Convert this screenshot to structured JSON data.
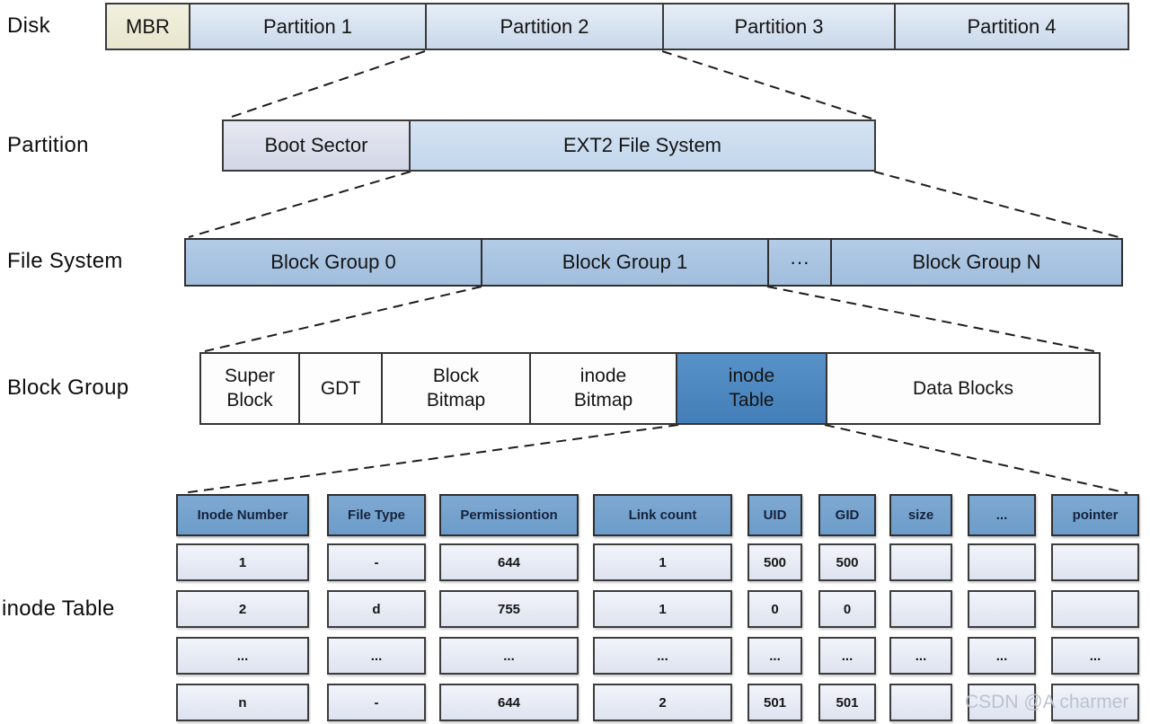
{
  "row_labels": {
    "disk": "Disk",
    "partition": "Partition",
    "file_system": "File System",
    "block_group": "Block Group",
    "inode_table": "inode Table"
  },
  "disk_row": {
    "mbr": "MBR",
    "p1": "Partition 1",
    "p2": "Partition 2",
    "p3": "Partition 3",
    "p4": "Partition 4"
  },
  "partition_row": {
    "boot": "Boot Sector",
    "ext2": "EXT2 File System"
  },
  "fs_row": {
    "bg0": "Block Group 0",
    "bg1": "Block Group 1",
    "dots": "···",
    "bgn": "Block Group N"
  },
  "bg_row": {
    "super_block": "Super Block",
    "gdt": "GDT",
    "block_bitmap": "Block Bitmap",
    "inode_bitmap": "inode Bitmap",
    "inode_table": "inode Table",
    "data_blocks": "Data Blocks"
  },
  "inode_table": {
    "headers": [
      "Inode Number",
      "File Type",
      "Permissiontion",
      "Link count",
      "UID",
      "GID",
      "size",
      "...",
      "pointer"
    ],
    "rows": [
      [
        "1",
        "-",
        "644",
        "1",
        "500",
        "500",
        "",
        "",
        ""
      ],
      [
        "2",
        "d",
        "755",
        "1",
        "0",
        "0",
        "",
        "",
        ""
      ],
      [
        "...",
        "...",
        "...",
        "...",
        "...",
        "...",
        "...",
        "...",
        "..."
      ],
      [
        "n",
        "-",
        "644",
        "2",
        "501",
        "501",
        "",
        "",
        ""
      ]
    ]
  },
  "watermark": "CSDN @A charmer",
  "colors": {
    "block_group_blue": "#a9c5e2",
    "highlight_blue": "#4d89c2",
    "header_blue": "#74a2cd",
    "mbr_cream": "#edecd6",
    "cell_light": "#e8edf6"
  }
}
